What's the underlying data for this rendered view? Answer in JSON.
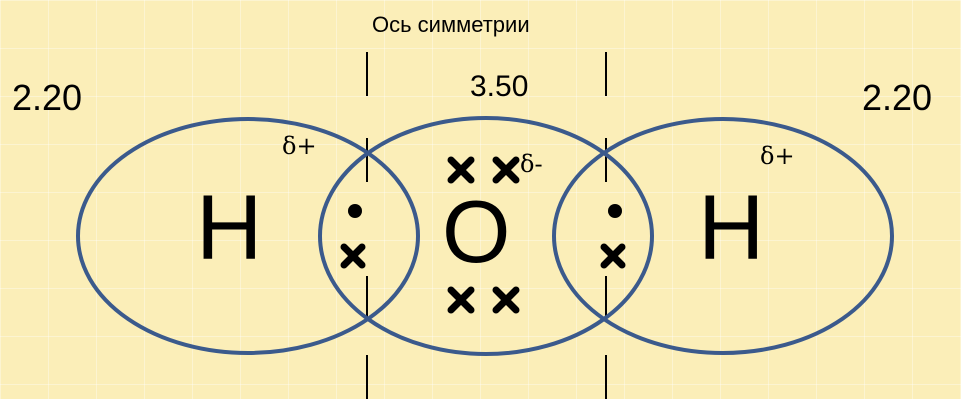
{
  "axis_title": "Ось симметрии",
  "electronegativity": {
    "left": "2.20",
    "center": "3.50",
    "right": "2.20"
  },
  "charges": {
    "left": "δ+",
    "center": "δ-",
    "right": "δ+"
  },
  "atoms": {
    "left": "H",
    "center": "O",
    "right": "H"
  },
  "colors": {
    "background": "#fbeeb8",
    "ellipse_stroke": "#3b5a8c",
    "ink": "#000000"
  },
  "icons": {
    "electron_dot": "dot-icon",
    "electron_cross": "cross-icon"
  }
}
